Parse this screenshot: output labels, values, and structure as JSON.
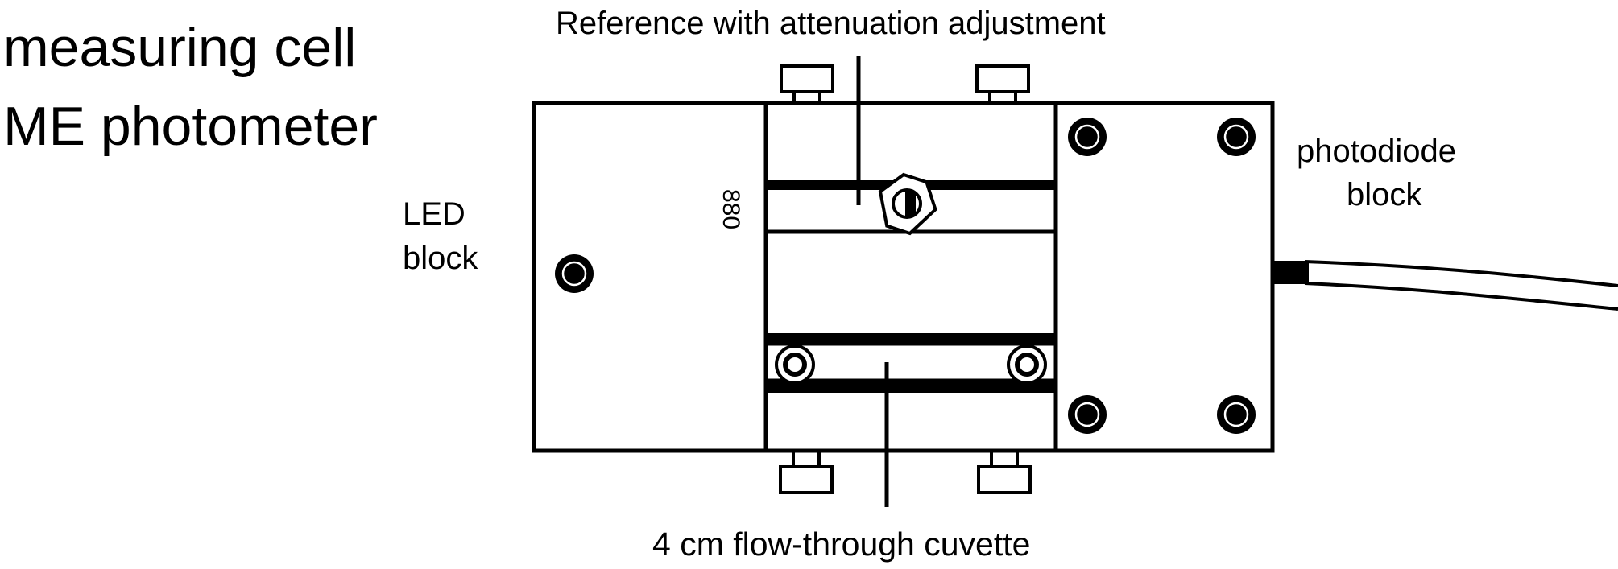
{
  "title": {
    "line1": "measuring cell",
    "line2": "ME photometer"
  },
  "labels": {
    "reference": "Reference with attenuation adjustment",
    "led_block_line1": "LED",
    "led_block_line2": "block",
    "photodiode_block_line1": "photodiode",
    "photodiode_block_line2": "block",
    "cuvette": "4 cm flow-through cuvette",
    "serial": "880"
  },
  "colors": {
    "ink": "#000000",
    "background": "#ffffff"
  }
}
